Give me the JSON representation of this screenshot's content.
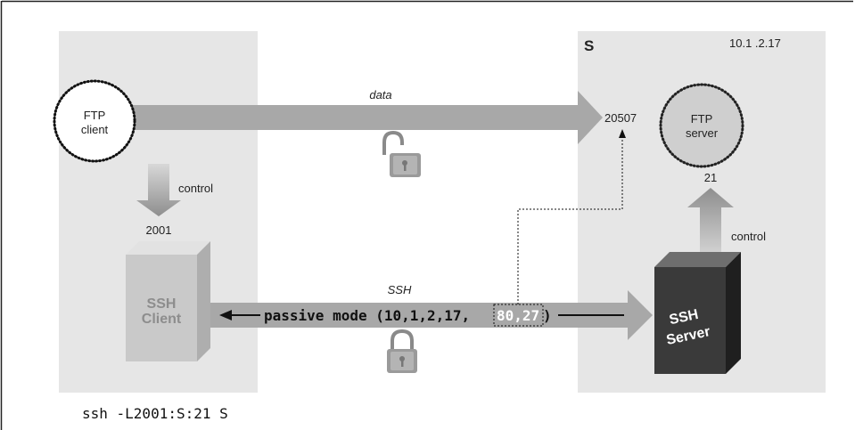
{
  "diagram": {
    "host_name": "S",
    "host_ip": "10.1 .2.17",
    "ftp_client": {
      "line1": "FTP",
      "line2": "client"
    },
    "ftp_server": {
      "line1": "FTP",
      "line2": "server"
    },
    "data_label": "data",
    "control_left_label": "control",
    "control_right_label": "control",
    "port_client": "2001",
    "port_data": "20507",
    "port_server": "21",
    "ssh_label": "SSH",
    "ssh_client": {
      "line1": "SSH",
      "line2": "Client"
    },
    "ssh_server": {
      "line1": "SSH",
      "line2": "Server"
    },
    "passive_prefix": "passive mode (10,1,2,17,",
    "passive_ports": "80,27",
    "passive_suffix": ")",
    "command": "ssh -L2001:S:21 S"
  },
  "icons": [
    "unlocked-padlock-icon",
    "locked-padlock-icon"
  ],
  "colors": {
    "panel": "#e6e6e6",
    "arrow": "#a8a8a8",
    "circle_client": "#ffffff",
    "circle_server": "#cfcfcf",
    "ssh_client_box": "#d0d0d0",
    "ssh_server_box": "#3a3a3a"
  }
}
